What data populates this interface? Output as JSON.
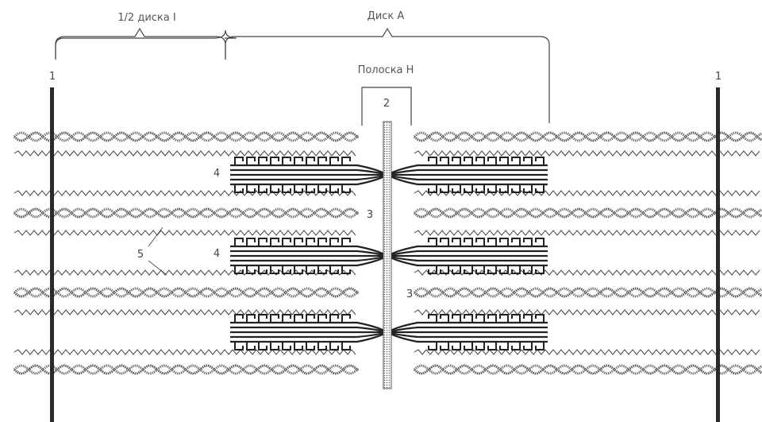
{
  "labels": {
    "half_i_band": "1/2 диска I",
    "a_band": "Диск А",
    "h_zone": "Полоска Н"
  },
  "markers": {
    "z_line_left": "1",
    "z_line_right": "1",
    "m_line": "2",
    "thin_filament_top": "3",
    "thin_filament_mid": "3",
    "thick_filament_top": "4",
    "thick_filament_mid": "4",
    "titin": "5"
  },
  "colors": {
    "line": "#2a2a2a",
    "actin": "#555555",
    "myosin": "#222222",
    "label": "#555555"
  }
}
